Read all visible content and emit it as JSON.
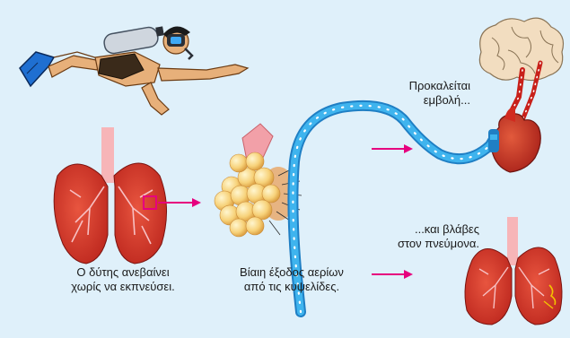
{
  "diagram": {
    "background_color": "#dff0fa",
    "accent_arrow_color": "#e6007e",
    "captions": {
      "diver_ascends_line1": "Ο δύτης ανεβαίνει",
      "diver_ascends_line2": "χωρίς να εκπνεύσει.",
      "gas_escape_line1": "Βίαιη έξοδος αερίων",
      "gas_escape_line2": "από τις κυψελίδες.",
      "embolism_line1": "Προκαλείται",
      "embolism_line2": "εμβολή...",
      "lung_damage_line1": "...και βλάβες",
      "lung_damage_line2": "στον πνεύμονα."
    },
    "icons": [
      "diver-icon",
      "lungs-icon",
      "alveoli-icon",
      "blood-vessel-icon",
      "brain-icon",
      "heart-icon",
      "damaged-lungs-icon",
      "arrow-icon"
    ]
  }
}
